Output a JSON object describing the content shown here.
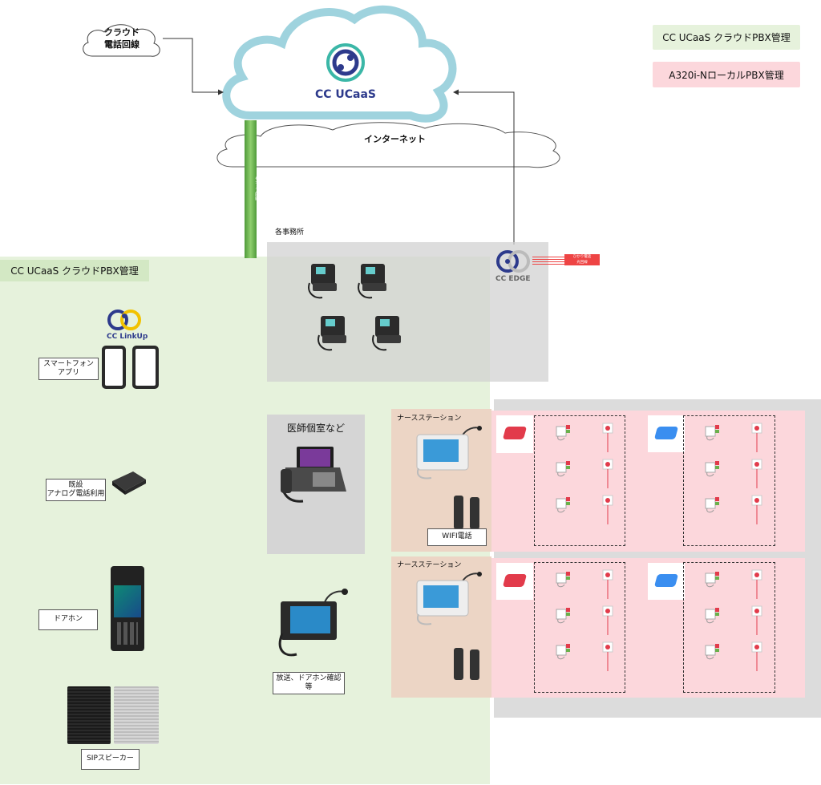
{
  "cloud": {
    "title": "CC UCaaS"
  },
  "cloud_line": {
    "label": "クラウド\n電話回線"
  },
  "internet": {
    "label": "インターネット"
  },
  "secure_line": {
    "label": "セキュア回線"
  },
  "legend": {
    "cloud_pbx": "CC UCaaS クラウドPBX管理",
    "local_pbx": "A320i-NローカルPBX管理"
  },
  "left_panel": {
    "title": "CC UCaaS クラウドPBX管理"
  },
  "linkup": {
    "logo_text": "CC LinkUp"
  },
  "labels": {
    "smartphone": "スマートフォン\nアプリ",
    "analog": "既設\nアナログ電話利用",
    "doorphone": "ドアホン",
    "speaker": "SIPスピーカー",
    "broadcast": "放送、ドアホン確認等",
    "wifi": "WIFI電話"
  },
  "office": {
    "title": "各事務所"
  },
  "edge": {
    "logo_text": "CC EDGE",
    "tag": "ひかり電話\n光回線"
  },
  "doctor_room": {
    "title": "医師個室など"
  },
  "nurse_station_1": {
    "title": "ナースステーション"
  },
  "nurse_station_2": {
    "title": "ナースステーション"
  },
  "colors": {
    "cloud_green": "#e6f2dc",
    "local_pink": "#fcd7dc",
    "gray_area": "#dedede",
    "nurse_brown": "#ecd5c5",
    "secure_bar": "#6ab04c"
  }
}
